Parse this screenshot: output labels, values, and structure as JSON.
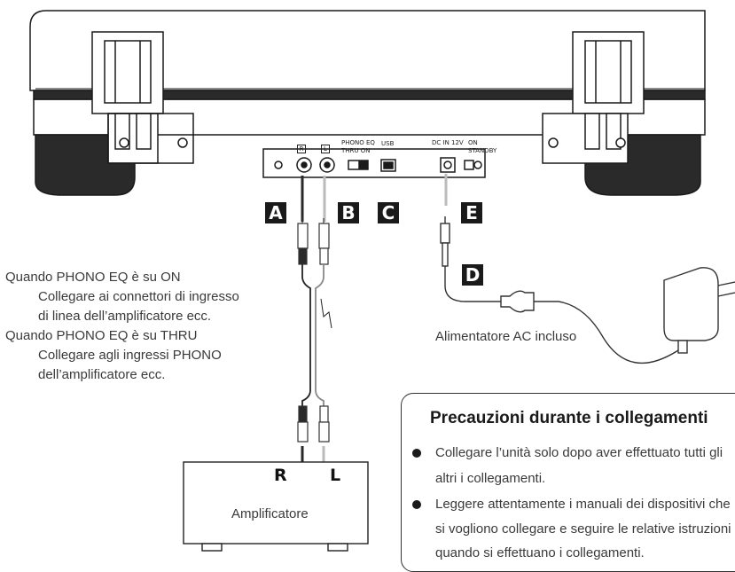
{
  "panel_labels": {
    "r_port": "R",
    "l_port": "L",
    "phono_eq": "PHONO EQ",
    "thru_on": "THRU  ON",
    "usb": "USB",
    "dc_in": "DC IN 12V",
    "power_on": "ON",
    "power_standby": "STANDBY"
  },
  "tags": {
    "a": "A",
    "b": "B",
    "c": "C",
    "d": "D",
    "e": "E"
  },
  "notes": {
    "on_title": "Quando PHONO EQ è su ON",
    "on_line1": "Collegare ai connettori di ingresso",
    "on_line2": "di linea dell’amplificatore ecc.",
    "thru_title": "Quando PHONO EQ è su THRU",
    "thru_line1": "Collegare agli ingressi PHONO",
    "thru_line2": "dell’amplificatore ecc."
  },
  "adapter_label": "Alimentatore AC incluso",
  "amplifier": {
    "label": "Amplificatore",
    "r": "R",
    "l": "L"
  },
  "caution": {
    "title": "Precauzioni durante i collegamenti",
    "bullet1_line1": "Collegare l’unità solo dopo aver effettuato tutti gli",
    "bullet1_line2": "altri i collegamenti.",
    "bullet2_line1": "Leggere attentamente i manuali dei dispositivi che",
    "bullet2_line2": "si vogliono collegare e seguire le relative istruzioni",
    "bullet2_line3": "quando si effettuano i collegamenti."
  }
}
